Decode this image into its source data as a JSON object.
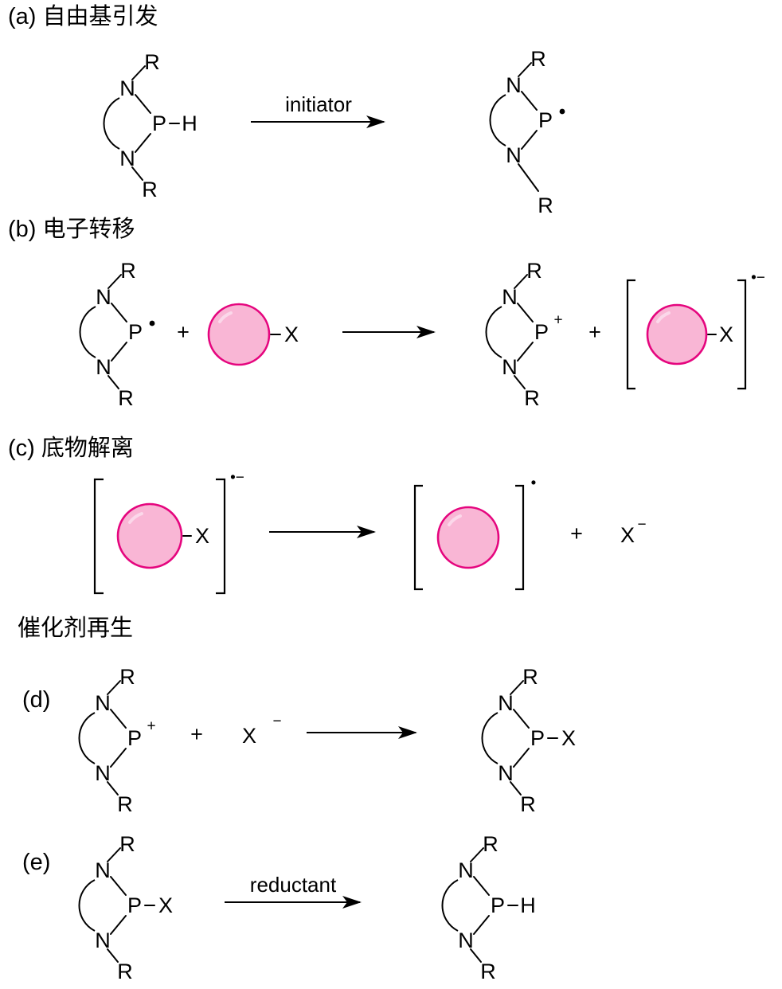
{
  "sections": {
    "a": {
      "label": "(a) 自由基引发",
      "arrow_label": "initiator"
    },
    "b": {
      "label": "(b) 电子转移"
    },
    "c": {
      "label": "(c) 底物解离"
    },
    "regeneration": {
      "label": "催化剂再生"
    },
    "d": {
      "label": "(d)"
    },
    "e": {
      "label": "(e)",
      "arrow_label": "reductant"
    }
  },
  "atoms": {
    "r": "R",
    "n": "N",
    "p": "P",
    "h": "H",
    "x": "X",
    "plus": "+",
    "minus": "−",
    "radical": "•",
    "radical_anion": "•−"
  },
  "colors": {
    "substrate_fill": "#F9B6D5",
    "substrate_stroke": "#E5057E",
    "substrate_highlight": "#FBDCEC",
    "line": "#000000"
  }
}
